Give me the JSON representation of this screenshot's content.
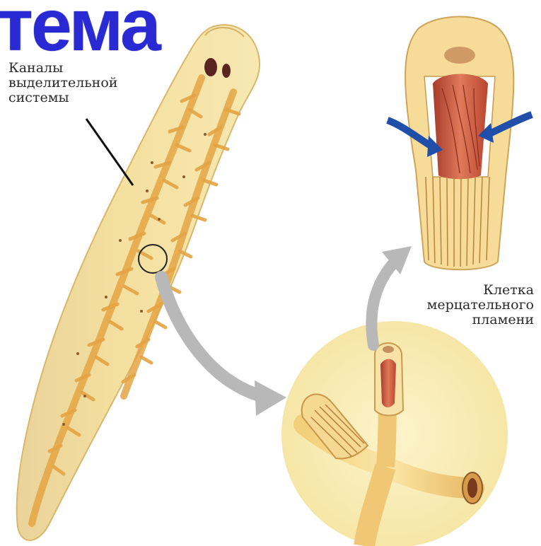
{
  "title_overlay": "тема",
  "labels": {
    "excretory_canals": [
      "Каналы",
      "выделительной",
      "системы"
    ],
    "flame_cell": [
      "Клетка",
      "мерцательного",
      "пламени"
    ]
  },
  "colors": {
    "title": "#2a2ad4",
    "body": "#f3dc86",
    "canals": "#e6a94a",
    "flame": "#c9543a",
    "arrow_blue": "#1f4fa8",
    "arrow_grey": "#b3b3b3",
    "circle_bg": "#fbf0bf"
  }
}
